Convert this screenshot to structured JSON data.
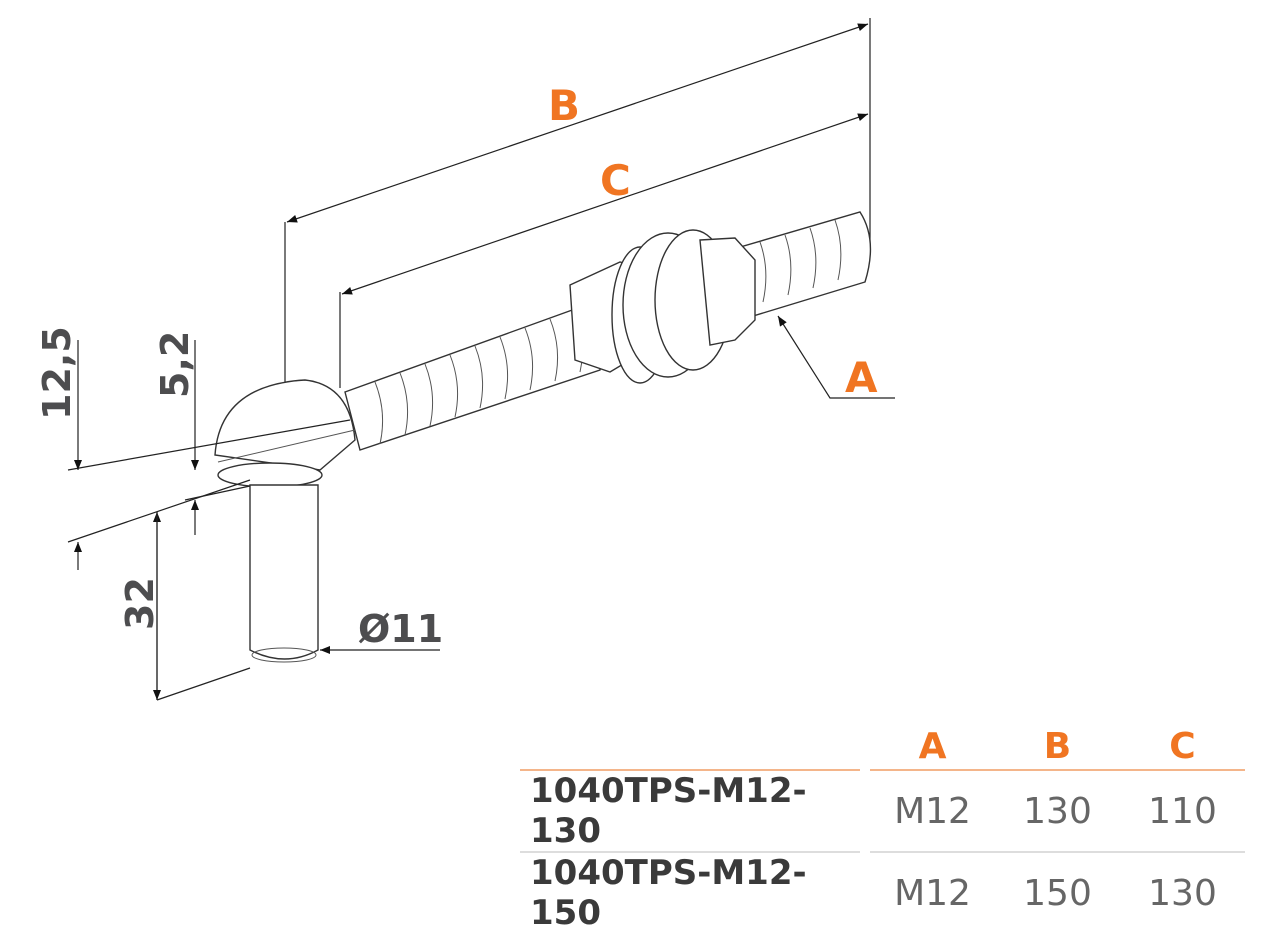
{
  "drawing": {
    "dimension_labels": {
      "B": "B",
      "C": "C",
      "A": "A"
    },
    "dimensions": {
      "head_height": "12,5",
      "collar_height": "5,2",
      "pin_length": "32",
      "pin_diameter": "Ø11"
    }
  },
  "table": {
    "headers": [
      "A",
      "B",
      "C"
    ],
    "rows": [
      {
        "code": "1040TPS-M12-130",
        "A": "M12",
        "B": "130",
        "C": "110"
      },
      {
        "code": "1040TPS-M12-150",
        "A": "M12",
        "B": "150",
        "C": "130"
      }
    ]
  },
  "colors": {
    "accent": "#f07522",
    "text": "#4d4d4f"
  }
}
